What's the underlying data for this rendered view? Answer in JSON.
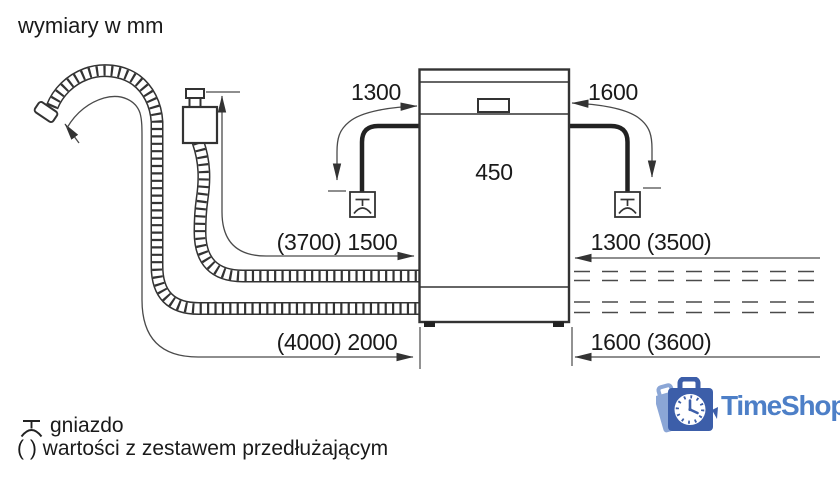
{
  "title": "wymiary w mm",
  "diagram": {
    "dimensions": {
      "cord_left": "1300",
      "cord_right": "1600",
      "appliance_width": "450",
      "supply_hose_left": "(3700) 1500",
      "supply_hose_right": "1300 (3500)",
      "drain_hose_left": "(4000) 2000",
      "drain_hose_right": "1600 (3600)"
    },
    "icons": {
      "socket": "crossbar-stem-arc socket symbol",
      "aquastop_valve": "rectangular valve with screw fitting",
      "hose": "corrugated hose",
      "arrow": "solid triangular arrowhead"
    }
  },
  "legend": {
    "socket_label": "gniazdo",
    "note": "( ) wartości z zestawem przedłużającym"
  },
  "watermark": {
    "brand": "TimeShop"
  },
  "colors": {
    "line": "#333333",
    "thin_line": "#4a4a4a",
    "text": "#1a1a1a",
    "logo_dark_blue": "#3c5ea9",
    "logo_light_blue": "#8ba6d6",
    "logo_text_blue": "#4d7fc7"
  }
}
